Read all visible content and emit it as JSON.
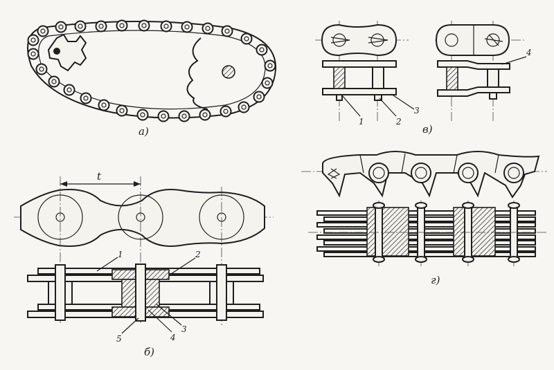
{
  "panels": {
    "a": {
      "caption": "а)"
    },
    "b": {
      "caption": "б)",
      "pitch_label": "t",
      "callouts": [
        "1",
        "2",
        "3",
        "4",
        "5"
      ]
    },
    "v": {
      "caption": "в)",
      "callouts": [
        "1",
        "2",
        "3",
        "4"
      ]
    },
    "g": {
      "caption": "г)"
    }
  }
}
